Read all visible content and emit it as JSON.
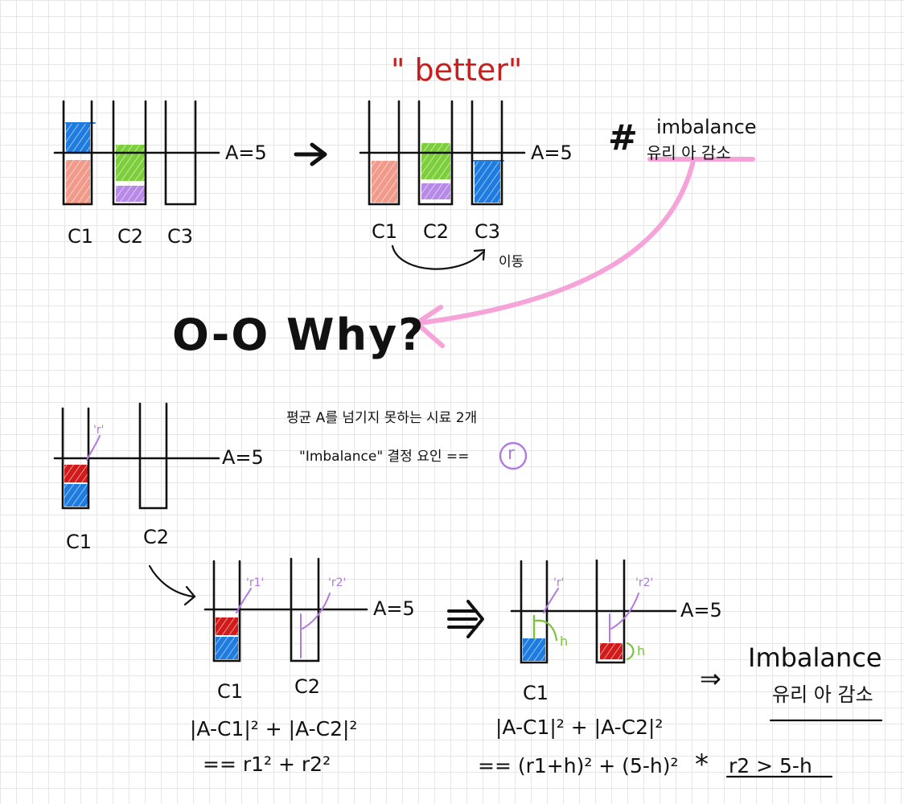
{
  "colors": {
    "blue": "#1e7be0",
    "salmon": "#f29a8a",
    "green": "#7ccf3a",
    "purple": "#b88ae8",
    "red": "#d11a1a",
    "pink": "#f5a3d8",
    "labelPurple": "#b07ae0",
    "labelGreen": "#7ac23a",
    "betterRed": "#c81e1e"
  },
  "section1": {
    "left": {
      "threshold": "A=5",
      "columns": [
        "C1",
        "C2",
        "C3"
      ]
    },
    "arrow": "→",
    "right": {
      "title": "\" better\"",
      "threshold": "A=5",
      "columns": [
        "C1",
        "C2",
        "C3"
      ],
      "move_label": "이동"
    },
    "note": {
      "hash": "#",
      "line1": "imbalance",
      "line2": "유리 아 감소"
    }
  },
  "why_text": "O-O Why?",
  "section2": {
    "threshold": "A=5",
    "columns": [
      "C1",
      "C2"
    ],
    "r_label": "'r'",
    "note1": "평균 A를 넘기지 못하는 시료 2개",
    "note2": "\"Imbalance\" 결정 요인 ==",
    "note2_r": "r"
  },
  "section3": {
    "threshold": "A=5",
    "columns": [
      "C1",
      "C2"
    ],
    "r1_label": "'r1'",
    "r2_label": "'r2'",
    "formula1": "|A-C1|² + |A-C2|²",
    "formula2": "== r1² + r2²"
  },
  "implies": "⇛",
  "section4": {
    "threshold": "A=5",
    "columns": [
      "C1"
    ],
    "r1_label": "'r'",
    "r2_label": "'r2'",
    "h_label": "h",
    "formula1": "|A-C1|² + |A-C2|²",
    "formula2": "== (r1+h)² + (5-h)²",
    "star": "*",
    "condition": "r2 > 5-h"
  },
  "conclusion": {
    "arrow": "⇒",
    "line1": "Imbalance",
    "line2": "유리 아 감소"
  }
}
